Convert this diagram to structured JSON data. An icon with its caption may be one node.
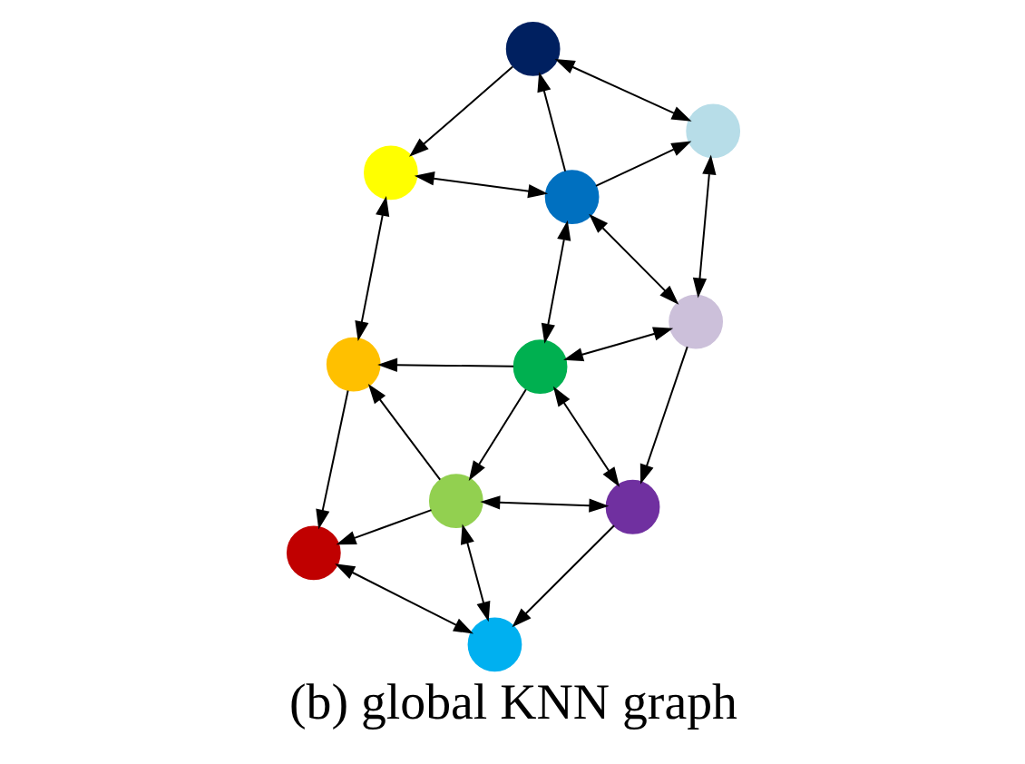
{
  "diagram": {
    "caption": "(b) global KNN graph",
    "nodes": [
      {
        "text": [],
        "shape": "circle"
      },
      {
        "text": [],
        "shape": "circle"
      },
      {
        "text": [],
        "shape": "circle"
      },
      {
        "text": [],
        "shape": "circle"
      },
      {
        "text": [],
        "shape": "circle"
      },
      {
        "text": [],
        "shape": "circle"
      },
      {
        "text": [],
        "shape": "circle"
      },
      {
        "text": [],
        "shape": "circle"
      },
      {
        "text": [],
        "shape": "circle"
      },
      {
        "text": [],
        "shape": "circle"
      },
      {
        "text": [],
        "shape": "circle"
      }
    ],
    "edges": [
      {
        "from": 1,
        "to": 0,
        "arrow": "to"
      },
      {
        "from": 1,
        "to": 2,
        "arrow": "both"
      },
      {
        "from": 0,
        "to": 6,
        "arrow": "both"
      },
      {
        "from": 4,
        "to": 0,
        "arrow": "to"
      },
      {
        "from": 4,
        "to": 1,
        "arrow": "to"
      },
      {
        "from": 7,
        "to": 1,
        "arrow": "to"
      },
      {
        "from": 7,
        "to": 4,
        "arrow": "to"
      },
      {
        "from": 4,
        "to": 6,
        "arrow": "both"
      },
      {
        "from": 10,
        "to": 6,
        "arrow": "to"
      },
      {
        "from": 4,
        "to": 10,
        "arrow": "both"
      },
      {
        "from": 7,
        "to": 10,
        "arrow": "both"
      },
      {
        "from": 7,
        "to": 5,
        "arrow": "both"
      },
      {
        "from": 7,
        "to": 9,
        "arrow": "both"
      },
      {
        "from": 9,
        "to": 10,
        "arrow": "to"
      },
      {
        "from": 5,
        "to": 9,
        "arrow": "both"
      },
      {
        "from": 5,
        "to": 2,
        "arrow": "both"
      },
      {
        "from": 5,
        "to": 3,
        "arrow": "to"
      },
      {
        "from": 5,
        "to": 8,
        "arrow": "to"
      },
      {
        "from": 3,
        "to": 2,
        "arrow": "to"
      },
      {
        "from": 3,
        "to": 8,
        "arrow": "both"
      },
      {
        "from": 9,
        "to": 8,
        "arrow": "both"
      }
    ]
  }
}
